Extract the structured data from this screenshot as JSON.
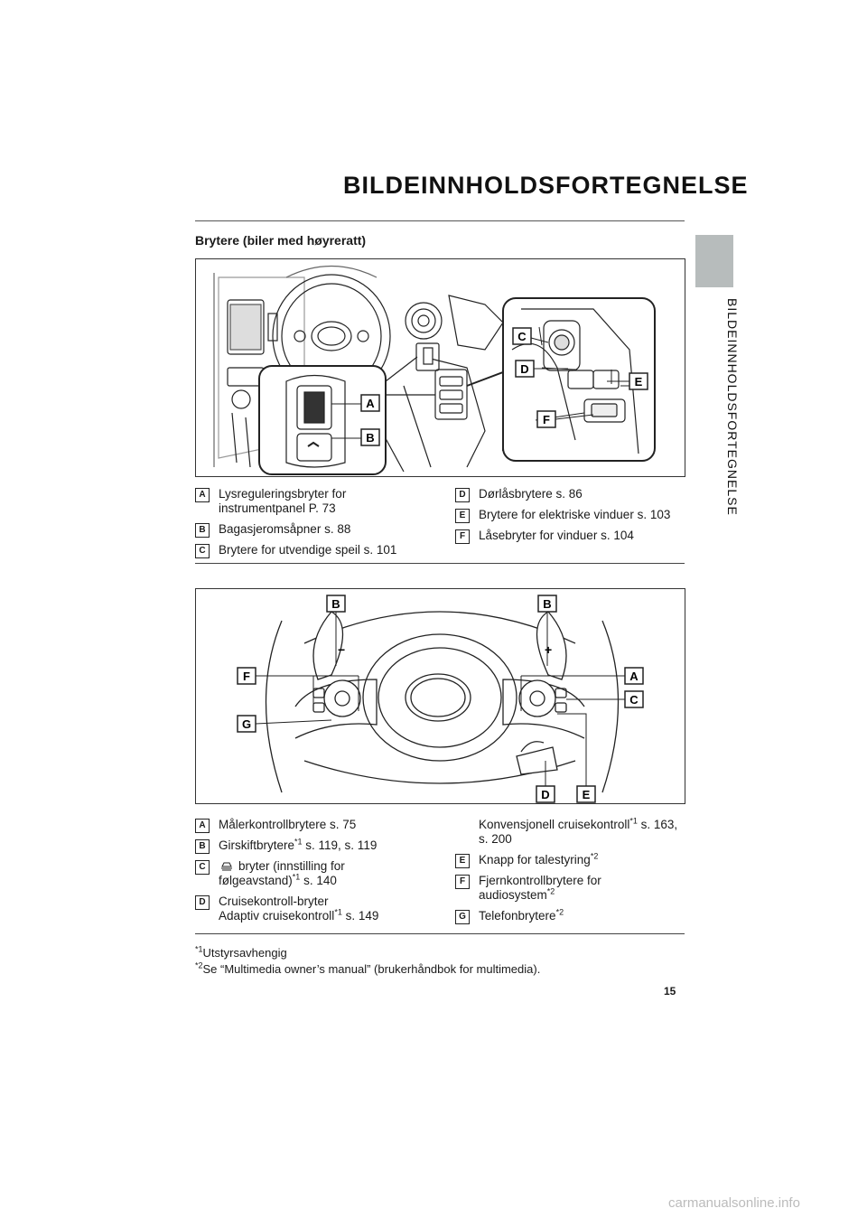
{
  "page": {
    "title": "BILDEINNHOLDSFORTEGNELSE",
    "side_label": "BILDEINNHOLDSFORTEGNELSE",
    "page_number": "15",
    "watermark": "carmanualsonline.info"
  },
  "section": {
    "heading": "Brytere (biler med høyreratt)"
  },
  "figure1": {
    "callouts": [
      "A",
      "B",
      "C",
      "D",
      "E",
      "F"
    ],
    "legend_left": [
      {
        "letter": "A",
        "text": "Lysreguleringsbryter for instrumentpanel P. 73"
      },
      {
        "letter": "B",
        "text": "Bagasjeromsåpner s. 88"
      },
      {
        "letter": "C",
        "text": "Brytere for utvendige speil s. 101"
      }
    ],
    "legend_right": [
      {
        "letter": "D",
        "text": "Dørlåsbrytere s. 86"
      },
      {
        "letter": "E",
        "text": "Brytere for elektriske vinduer s. 103"
      },
      {
        "letter": "F",
        "text": "Låsebryter for vinduer s. 104"
      }
    ]
  },
  "figure2": {
    "callouts": [
      "B",
      "B",
      "F",
      "A",
      "C",
      "G",
      "D",
      "E"
    ],
    "legend_left": {
      "a": {
        "letter": "A",
        "text": "Målerkontrollbrytere s. 75"
      },
      "b": {
        "letter": "B",
        "pre": "Girskiftbrytere",
        "sup": "*1",
        "post": " s. 119, s. 119"
      },
      "c": {
        "letter": "C",
        "line1": "bryter (innstilling for",
        "line2_pre": "følgeavstand)",
        "sup": "*1",
        "line2_post": " s. 140"
      },
      "d": {
        "letter": "D",
        "line1": "Cruisekontroll-bryter",
        "line2_pre": "Adaptiv cruisekontroll",
        "sup": "*1",
        "line2_post": " s. 149"
      }
    },
    "legend_right": {
      "d_cont": {
        "pre": "Konvensjonell cruisekontroll",
        "sup": "*1",
        "post": " s. 163, s. 200"
      },
      "e": {
        "letter": "E",
        "pre": "Knapp for talestyring",
        "sup": "*2"
      },
      "f": {
        "letter": "F",
        "pre": "Fjernkontrollbrytere for audiosystem",
        "sup": "*2"
      },
      "g": {
        "letter": "G",
        "pre": "Telefonbrytere",
        "sup": "*2"
      }
    }
  },
  "footnotes": [
    {
      "mark": "*1",
      "text": "Utstyrsavhengig"
    },
    {
      "mark": "*2",
      "text": "Se “Multimedia owner’s manual” (brukerhåndbok for multimedia)."
    }
  ]
}
